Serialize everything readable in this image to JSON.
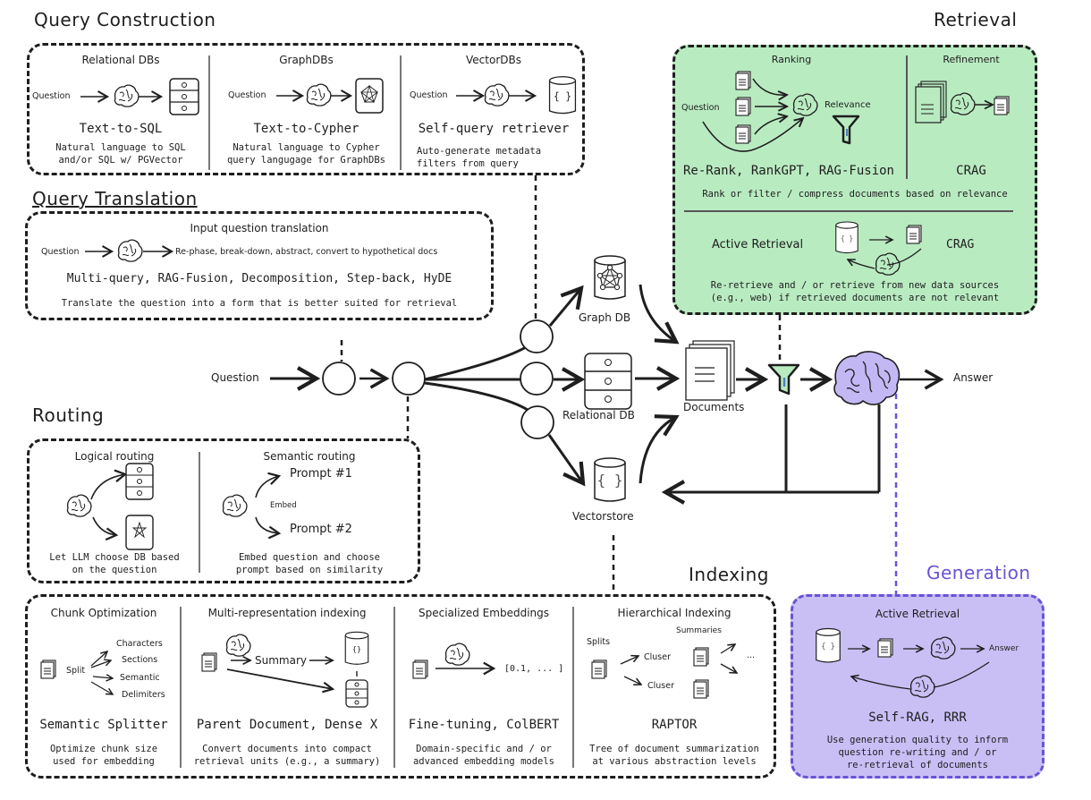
{
  "sections": {
    "query_construction": {
      "title": "Query Construction",
      "columns": [
        {
          "subtitle": "Relational DBs",
          "input": "Question",
          "method": "Text-to-SQL",
          "desc_lines": [
            "Natural language to SQL",
            "and/or SQL w/ PGVector"
          ],
          "icon": "relational-db-icon"
        },
        {
          "subtitle": "GraphDBs",
          "input": "Question",
          "method": "Text-to-Cypher",
          "desc_lines": [
            "Natural language to Cypher",
            "query langugage for GraphDBs"
          ],
          "icon": "graph-db-icon"
        },
        {
          "subtitle": "VectorDBs",
          "input": "Question",
          "method": "Self-query retriever",
          "desc_lines": [
            "Auto-generate metadata",
            "filters from query"
          ],
          "icon": "vectorstore-icon"
        }
      ]
    },
    "query_translation": {
      "title": "Query Translation",
      "subtitle": "Input question translation",
      "input": "Question",
      "output": "Re-phase, break-down, abstract, convert to hypothetical docs",
      "methods": "Multi-query, RAG-Fusion, Decomposition, Step-back, HyDE",
      "desc": "Translate the question into a form that is better suited for retrieval"
    },
    "routing": {
      "title": "Routing",
      "logical": {
        "subtitle": "Logical routing",
        "desc_lines": [
          "Let LLM choose DB based",
          "on the question"
        ]
      },
      "semantic": {
        "subtitle": "Semantic routing",
        "prompt1": "Prompt #1",
        "prompt2": "Prompt #2",
        "embed": "Embed",
        "desc_lines": [
          "Embed question and choose",
          "prompt based on similarity"
        ]
      }
    },
    "retrieval": {
      "title": "Retrieval",
      "ranking": {
        "subtitle": "Ranking",
        "input": "Question",
        "relevance": "Relevance",
        "methods": "Re-Rank, RankGPT, RAG-Fusion"
      },
      "refinement": {
        "subtitle": "Refinement",
        "methods": "CRAG"
      },
      "shared_desc": "Rank or filter / compress documents based on relevance",
      "active": {
        "label": "Active Retrieval",
        "methods": "CRAG",
        "desc_lines": [
          "Re-retrieve and / or retrieve from new data sources",
          "(e.g., web) if retrieved documents are not relevant"
        ]
      }
    },
    "indexing": {
      "title": "Indexing",
      "columns": [
        {
          "subtitle": "Chunk Optimization",
          "split_label": "Split",
          "split_targets": [
            "Characters",
            "Sections",
            "Semantic",
            "Delimiters"
          ],
          "method": "Semantic Splitter",
          "desc_lines": [
            "Optimize chunk size",
            "used for embedding"
          ]
        },
        {
          "subtitle": "Multi-representation indexing",
          "summary_label": "Summary",
          "method": "Parent Document, Dense X",
          "desc_lines": [
            "Convert documents into compact",
            "retrieval units (e.g., a summary)"
          ]
        },
        {
          "subtitle": "Specialized Embeddings",
          "vector_label": "[0.1, ... ]",
          "method": "Fine-tuning, ColBERT",
          "desc_lines": [
            "Domain-specific and / or",
            "advanced embedding models"
          ]
        },
        {
          "subtitle": "Hierarchical Indexing",
          "splits_label": "Splits",
          "summaries_label": "Summaries",
          "cluster_labels": [
            "Cluser",
            "Cluser"
          ],
          "ellipsis": "...",
          "method": "RAPTOR",
          "desc_lines": [
            "Tree of document summarization",
            "at various abstraction levels"
          ]
        }
      ]
    },
    "generation": {
      "title": "Generation",
      "subtitle": "Active Retrieval",
      "answer": "Answer",
      "methods": "Self-RAG, RRR",
      "desc_lines": [
        "Use generation quality to inform",
        "question re-writing and / or",
        "re-retrieval of documents"
      ]
    }
  },
  "flow": {
    "question": "Question",
    "graph_db": "Graph DB",
    "relational_db": "Relational DB",
    "vectorstore": "Vectorstore",
    "documents": "Documents",
    "answer": "Answer"
  },
  "colors": {
    "ink": "#1e1e1e",
    "retrieval_bg": "#b9ebc1",
    "generation_bg": "#c9bff5",
    "generation_accent": "#6a52d6",
    "brain_fill": "#c3b8f4",
    "filter_fill": "#b9ebc1",
    "filter_stripe": "#4a7fc1"
  }
}
